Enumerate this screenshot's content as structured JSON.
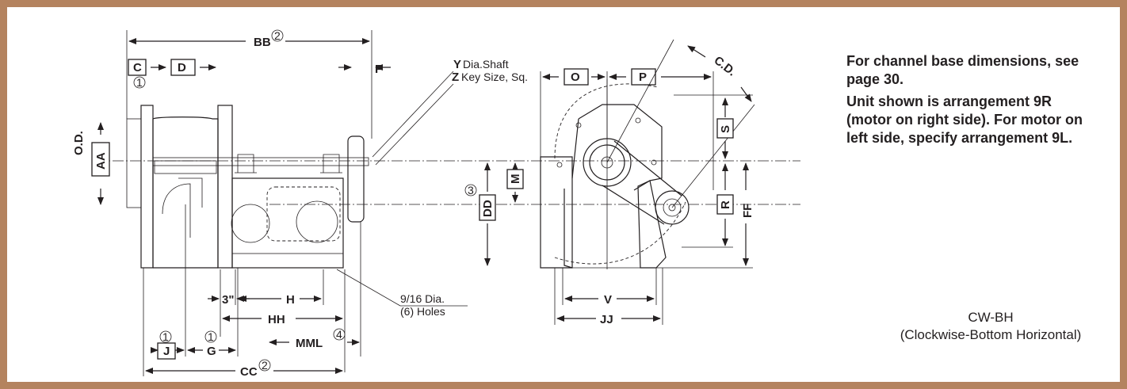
{
  "notes": {
    "line1": "For channel base dimensions, see page 30.",
    "line2": "Unit shown is arrangement 9R (motor on right side). For motor on left side, specify arrangement 9L."
  },
  "caption": {
    "code": "CW-BH",
    "description": "(Clockwise-Bottom Horizontal)"
  },
  "dimensions": {
    "bb": "BB",
    "bb_note": "2",
    "c": "C",
    "c_note": "1",
    "d": "D",
    "f": "F",
    "y": "Y",
    "y_text": "Dia.Shaft",
    "z": "Z",
    "z_text": "Key Size, Sq.",
    "od": "O.D.",
    "aa": "AA",
    "m": "M",
    "dd": "DD",
    "dd_note": "3",
    "three_in": "3\"",
    "h": "H",
    "hh": "HH",
    "mml": "MML",
    "mml_note": "4",
    "holes_1": "9/16 Dia.",
    "holes_2": "(6) Holes",
    "j": "J",
    "j_note": "1",
    "g": "G",
    "g_note": "1",
    "cc": "CC",
    "cc_note": "2",
    "o": "O",
    "p": "P",
    "cd": "C.D.",
    "s": "S",
    "r": "R",
    "ff": "FF",
    "v": "V",
    "jj": "JJ"
  }
}
